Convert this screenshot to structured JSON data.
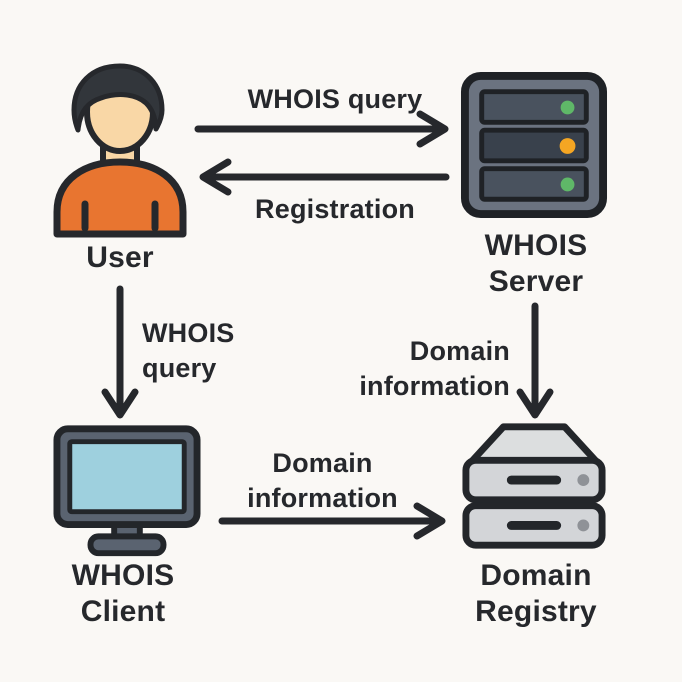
{
  "diagram": {
    "background_color": "#FAF8F5",
    "line_color": "#26282C",
    "nodes": [
      {
        "id": "user",
        "label": "User",
        "icon": "person-icon",
        "icon_colors": {
          "shirt": "#E87530",
          "skin": "#F9D7A6",
          "hair": "#32363B",
          "outline": "#26282C"
        }
      },
      {
        "id": "whois-server",
        "label": "WHOIS Server",
        "icon": "server-icon",
        "icon_colors": {
          "body": "#6B7380",
          "bay": "#49525E",
          "bay_dark": "#39414C",
          "led_green": "#5FB868",
          "led_orange": "#F5A623",
          "outline": "#1F2226"
        }
      },
      {
        "id": "whois-client",
        "label": "WHOIS Client",
        "icon": "monitor-icon",
        "icon_colors": {
          "bezel": "#5A6370",
          "screen": "#9ED0DE",
          "outline": "#23262A"
        }
      },
      {
        "id": "domain-registry",
        "label": "Domain Registry",
        "icon": "storage-stack-icon",
        "icon_colors": {
          "body": "#D3D5D8",
          "lid": "#DCDEDF",
          "dot": "#8F9297",
          "outline": "#23262A"
        }
      }
    ],
    "edges": [
      {
        "from": "user",
        "to": "whois-server",
        "label": "WHOIS query",
        "direction": "right"
      },
      {
        "from": "whois-server",
        "to": "user",
        "label": "Registration",
        "direction": "left"
      },
      {
        "from": "user",
        "to": "whois-client",
        "label": "WHOIS query",
        "direction": "down"
      },
      {
        "from": "whois-server",
        "to": "domain-registry",
        "label": "Domain information",
        "direction": "down"
      },
      {
        "from": "whois-client",
        "to": "domain-registry",
        "label": "Domain information",
        "direction": "right"
      }
    ]
  }
}
